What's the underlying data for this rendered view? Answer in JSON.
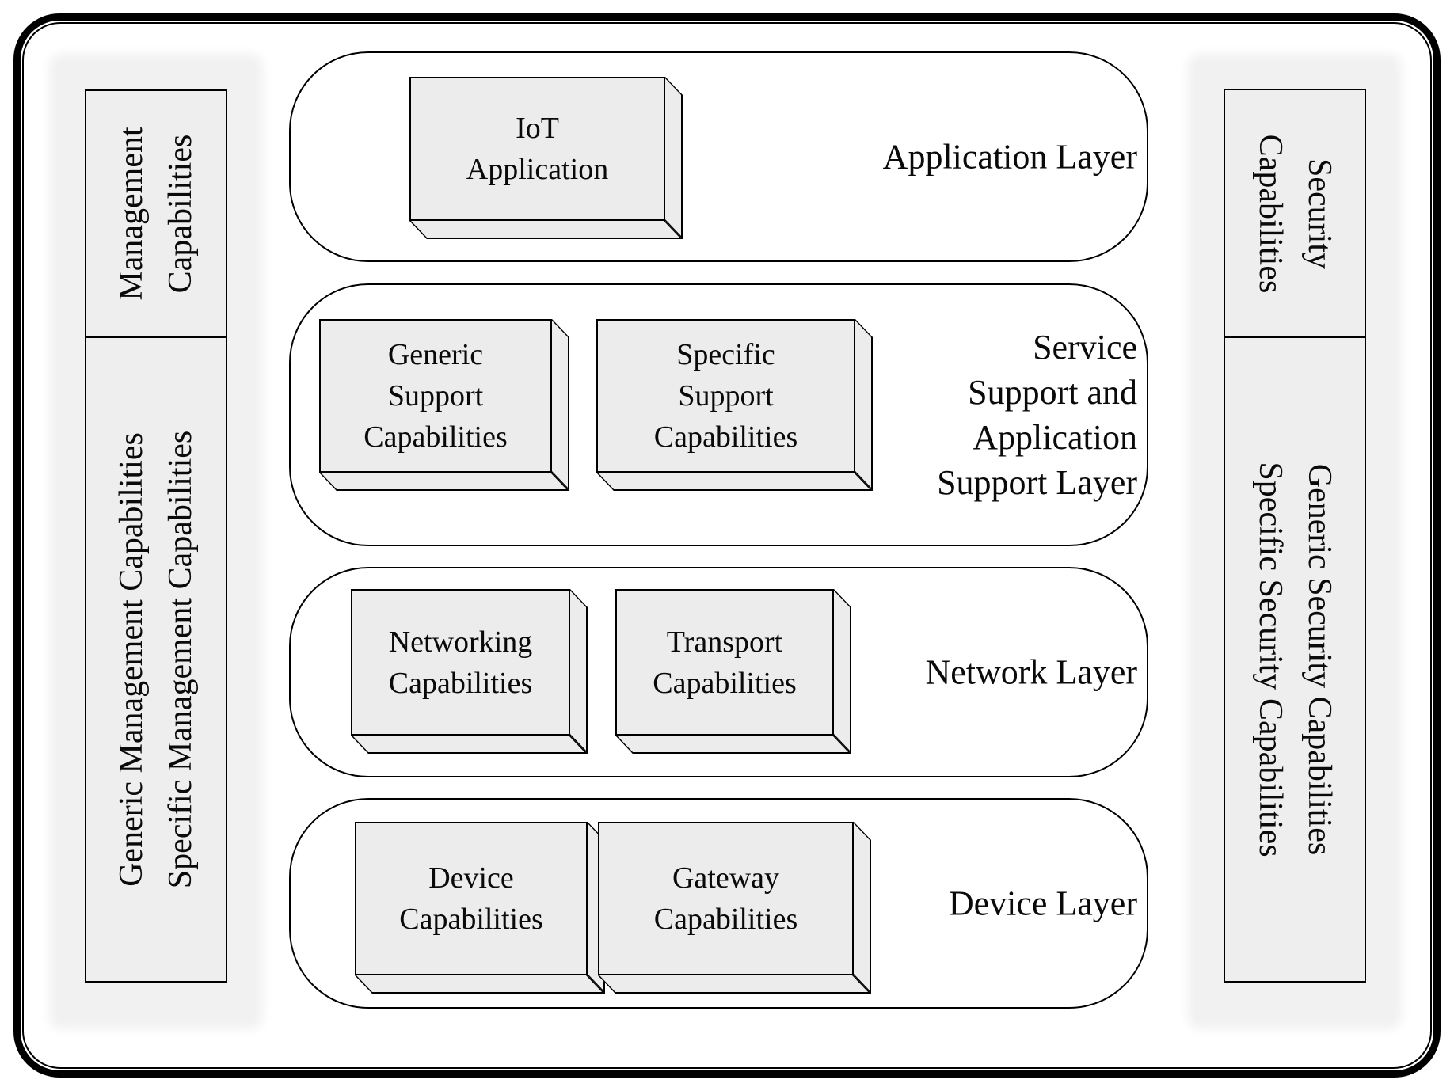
{
  "diagram": {
    "title_hint": "IoT reference model layered diagram",
    "sidebars": {
      "management": {
        "top_label": [
          "Management",
          "Capabilities"
        ],
        "bottom_label": [
          "Generic Management Capabilities",
          "Specific Management Capabilities"
        ]
      },
      "security": {
        "top_label": [
          "Security",
          "Capabilities"
        ],
        "bottom_label": [
          "Generic Security Capabilities",
          "Specific Security Capabilities"
        ]
      }
    },
    "layers": [
      {
        "label": [
          "Application Layer"
        ],
        "boxes": [
          [
            "IoT",
            "Application"
          ]
        ]
      },
      {
        "label": [
          "Service",
          "Support and",
          "Application",
          "Support Layer"
        ],
        "boxes": [
          [
            "Generic",
            "Support",
            "Capabilities"
          ],
          [
            "Specific",
            "Support",
            "Capabilities"
          ]
        ]
      },
      {
        "label": [
          "Network Layer"
        ],
        "boxes": [
          [
            "Networking",
            "Capabilities"
          ],
          [
            "Transport",
            "Capabilities"
          ]
        ]
      },
      {
        "label": [
          "Device Layer"
        ],
        "boxes": [
          [
            "Device",
            "Capabilities"
          ],
          [
            "Gateway",
            "Capabilities"
          ]
        ]
      }
    ],
    "colors": {
      "line": "#000000",
      "box_face_fill": "#ececec",
      "sidebar_box_fill": "#eeeeee",
      "panel_fill": "#f1f1f1",
      "background": "#ffffff",
      "text": "#0a0a0a"
    }
  }
}
